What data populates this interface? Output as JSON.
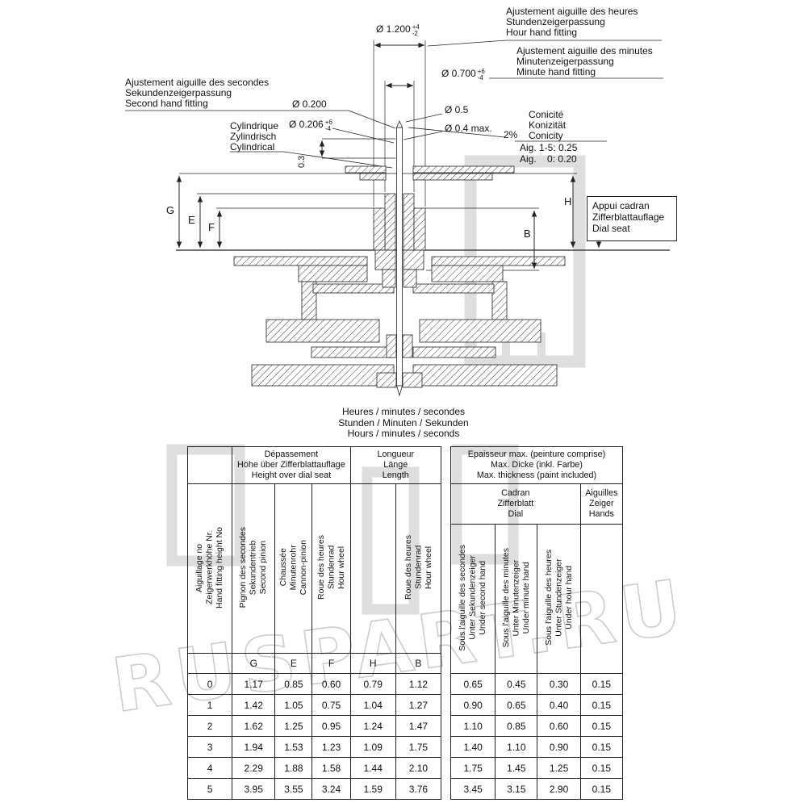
{
  "watermark": {
    "text": "RUSPART.RU"
  },
  "drawing": {
    "hour_fitting": [
      "Ajustement  aiguille  des heures",
      "Stundenzeigerpassung",
      "Hour hand fitting"
    ],
    "minute_fitting": [
      "Ajustement aiguille des minutes",
      "Minutenzeigerpassung",
      "Minute hand fitting"
    ],
    "second_fitting": [
      "Ajustement aiguille des secondes",
      "Sekundenzeigerpassung",
      "Second hand fitting"
    ],
    "cylindrical": [
      "Cylindrique",
      "Zylindrisch",
      "Cylindrical"
    ],
    "conicity": [
      "Conicité",
      "Konizität",
      "Conicity"
    ],
    "dial_seat": [
      "Appui cadran",
      "Zifferblattauflage",
      "Dial seat"
    ],
    "caption": [
      "Heures / minutes / secondes",
      "Stunden / Minuten / Sekunden",
      "Hours / minutes / seconds"
    ],
    "dims": {
      "hour_dia": "Ø 1.200",
      "hour_tol_p": "+4",
      "hour_tol_m": "-2",
      "minute_dia": "Ø 0.700",
      "minute_tol_p": "+6",
      "minute_tol_m": "-4",
      "second_dia": "Ø 0.200",
      "second_dia2": "Ø 0.206",
      "second_tol_p": "+6",
      "second_tol_m": "-4",
      "d05": "Ø 0.5",
      "d04": "Ø 0.4 max.",
      "taper": "2%",
      "aig15": "Aig. 1-5: 0.25",
      "aig0": "Aig.    0: 0.20",
      "v03": "0.3",
      "G": "G",
      "E": "E",
      "F": "F",
      "H": "H",
      "B": "B"
    }
  },
  "table": {
    "left": {
      "depassement": [
        "Dépassement",
        "Höhe über Zifferblattauflage",
        "Height over dial seat"
      ],
      "longueur": [
        "Longueur",
        "Länge",
        "Length"
      ],
      "row_id_header": [
        "Aiguillage no",
        "Zeigerwerkhöhe Nr.",
        "Hand fitting height No"
      ],
      "col_g": [
        "Pignon des secondes",
        "Sekundentrieb",
        "Second pinion"
      ],
      "col_e": [
        "Chaussée",
        "Minutenrohr",
        "Cannon-pinion"
      ],
      "col_f": [
        "Roue des heures",
        "Stundenrad",
        "Hour wheel"
      ],
      "col_b": [
        "Roue des heures",
        "Stundenrad",
        "Hour wheel"
      ],
      "letters": [
        "G",
        "E",
        "F",
        "H",
        "B"
      ]
    },
    "right": {
      "epaisseur": [
        "Epaisseur max. (peinture comprise)",
        "Max. Dicke (inkl. Farbe)",
        "Max. thickness (paint included)"
      ],
      "cadran": [
        "Cadran",
        "Zifferblatt",
        "Dial"
      ],
      "aiguilles": [
        "Aiguilles",
        "Zeiger",
        "Hands"
      ],
      "col_sec": [
        "Sous l'aiguille des secondes",
        "Unter  Sekundenzeiger",
        "Under second hand"
      ],
      "col_min": [
        "Sous l'aiguille des minutes",
        "Unter Minutenzeiger",
        "Under minute hand"
      ],
      "col_hr": [
        "Sous l'aiguille des heures",
        "Unter Stundenzeiger",
        "Under hour hand"
      ]
    },
    "rows": [
      {
        "no": "0",
        "g": "1.17",
        "e": "0.85",
        "f": "0.60",
        "h": "0.79",
        "b": "1.12",
        "sec": "0.65",
        "min": "0.45",
        "hr": "0.30",
        "hands": "0.15"
      },
      {
        "no": "1",
        "g": "1.42",
        "e": "1.05",
        "f": "0.75",
        "h": "1.04",
        "b": "1.27",
        "sec": "0.90",
        "min": "0.65",
        "hr": "0.40",
        "hands": "0.15"
      },
      {
        "no": "2",
        "g": "1.62",
        "e": "1.25",
        "f": "0.95",
        "h": "1.24",
        "b": "1.47",
        "sec": "1.10",
        "min": "0.85",
        "hr": "0.60",
        "hands": "0.15"
      },
      {
        "no": "3",
        "g": "1.94",
        "e": "1.53",
        "f": "1.23",
        "h": "1.09",
        "b": "1.75",
        "sec": "1.40",
        "min": "1.10",
        "hr": "0.90",
        "hands": "0.15"
      },
      {
        "no": "4",
        "g": "2.29",
        "e": "1.88",
        "f": "1.58",
        "h": "1.44",
        "b": "2.10",
        "sec": "1.75",
        "min": "1.45",
        "hr": "1.25",
        "hands": "0.15"
      },
      {
        "no": "5",
        "g": "3.95",
        "e": "3.55",
        "f": "3.24",
        "h": "1.59",
        "b": "3.76",
        "sec": "3.45",
        "min": "3.15",
        "hr": "2.90",
        "hands": "0.15"
      }
    ]
  }
}
